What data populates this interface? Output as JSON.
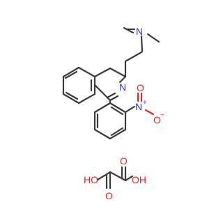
{
  "colors": {
    "carbon_bond": "#3a3a3a",
    "nitrogen": "#2a36e0",
    "oxygen": "#e52521",
    "background": "#ffffff"
  },
  "labels": {
    "amine_n": "N",
    "ring_n": "N",
    "nitro_n": "N",
    "nitro_n_charge": "+",
    "nitro_o_single": "O",
    "nitro_o_charge": "−",
    "nitro_o_double": "O",
    "oxalic_ho_left": "HO",
    "oxalic_oh_right": "OH",
    "oxalic_o_top": "O",
    "oxalic_o_bottom": "O"
  }
}
